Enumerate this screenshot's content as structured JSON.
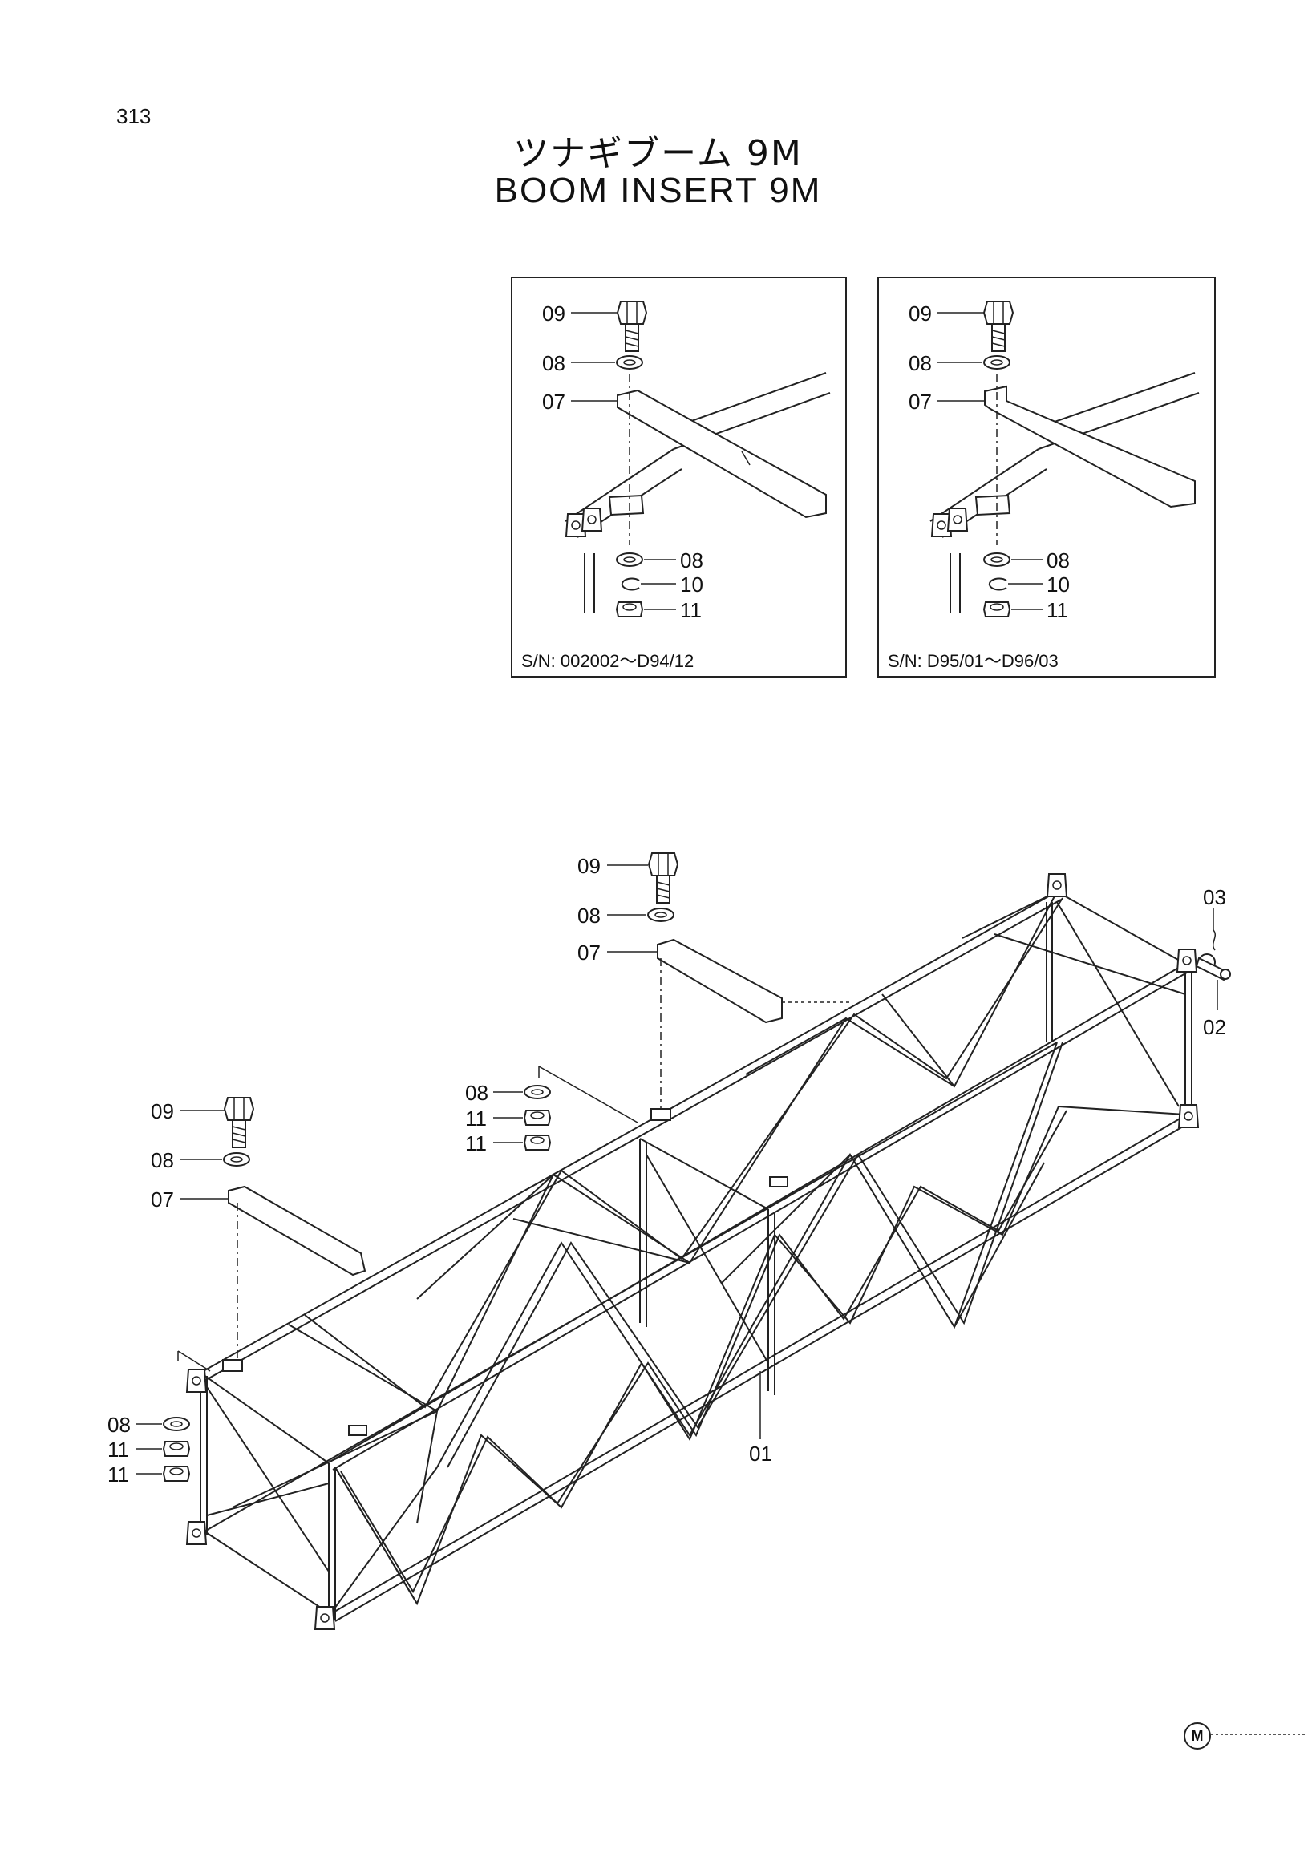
{
  "page": {
    "number": "313",
    "symbol": "M"
  },
  "title": {
    "japanese": "ツナギブーム 9M",
    "english": "BOOM INSERT 9M"
  },
  "insets": [
    {
      "serial": "S/N:  002002～D94/12",
      "labels": [
        "09",
        "08",
        "07",
        "08",
        "10",
        "11"
      ]
    },
    {
      "serial": "S/N:  D95/01～D96/03",
      "labels": [
        "09",
        "08",
        "07",
        "08",
        "10",
        "11"
      ]
    }
  ],
  "main": {
    "labels": {
      "p01": "01",
      "p02": "02",
      "p03": "03",
      "top07": "07",
      "top08": "08",
      "top09": "09",
      "mid08": "08",
      "mid11a": "11",
      "mid11b": "11",
      "left07": "07",
      "left08": "08",
      "left09": "09",
      "bot08": "08",
      "bot11a": "11",
      "bot11b": "11"
    }
  }
}
